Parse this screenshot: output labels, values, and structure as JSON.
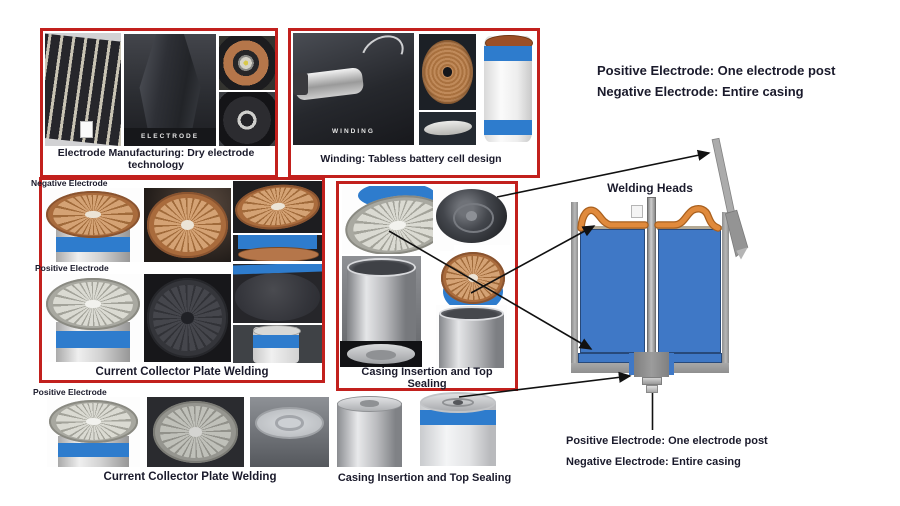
{
  "title": "Tabless battery cell manufacturing process",
  "colors": {
    "accent_red": "#c2201d",
    "text_dark": "#1a1a2b",
    "blue_band": "#2e7ccd",
    "cell_blue": "#3f78c6",
    "collector_orange": "#e08a3c",
    "copper": "#b5784a",
    "casing_gray": "#9c9c9c"
  },
  "boxes": {
    "electrode": {
      "caption_line1": "Electrode Manufacturing: Dry electrode",
      "caption_line2": "technology",
      "photo_tag": "ELECTRODE"
    },
    "winding": {
      "caption": "Winding: Tabless battery cell design",
      "photo_tag": "WINDING"
    },
    "collector_top": {
      "negative_label": "Negative Electrode",
      "positive_label": "Positive Electrode",
      "caption": "Current Collector Plate Welding"
    },
    "casing_top": {
      "caption_line1": "Casing Insertion and Top",
      "caption_line2": "Sealing"
    },
    "collector_bottom": {
      "positive_label": "Positive Electrode",
      "caption": "Current Collector Plate Welding"
    },
    "casing_bottom": {
      "caption": "Casing Insertion and Top Sealing"
    }
  },
  "annotations": {
    "note_top": {
      "line1": "Positive Electrode: One electrode post",
      "line2": "Negative Electrode: Entire casing"
    },
    "welding_heads": "Welding Heads",
    "note_bottom": {
      "line1": "Positive Electrode: One electrode post",
      "line2": "Negative Electrode: Entire casing"
    }
  }
}
